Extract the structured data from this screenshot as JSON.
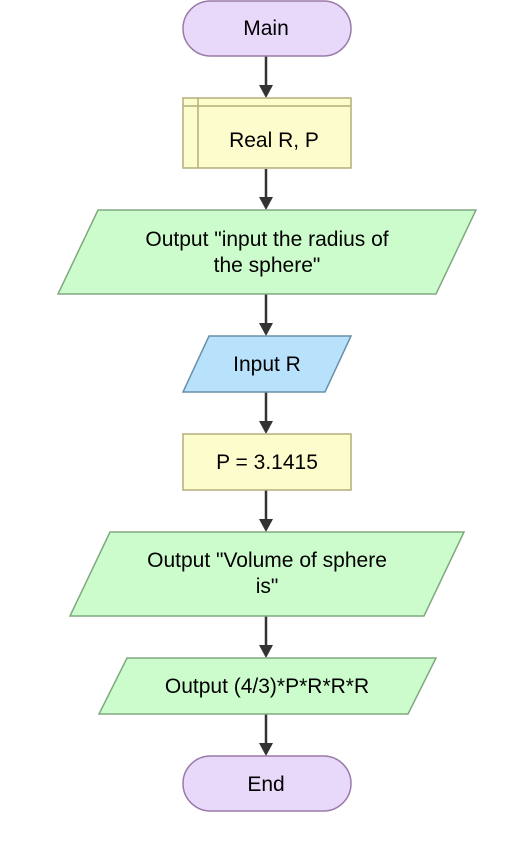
{
  "colors": {
    "terminal_fill": "#e8d9fb",
    "terminal_stroke": "#9a7aa8",
    "declare_fill": "#fdfccd",
    "declare_stroke": "#b3ae7a",
    "output_fill": "#ccfccc",
    "output_stroke": "#80a880",
    "input_fill": "#b8e2fb",
    "input_stroke": "#6a8fa8",
    "assign_fill": "#fdfccd",
    "assign_stroke": "#b3ae7a",
    "arrow": "#333333"
  },
  "nodes": {
    "main": {
      "type": "terminal",
      "lines": [
        "Main"
      ]
    },
    "declare": {
      "type": "declare",
      "lines": [
        "Real R, P"
      ]
    },
    "output_prompt": {
      "type": "output",
      "lines": [
        "Output \"input the radius of",
        "the sphere\""
      ]
    },
    "input_r": {
      "type": "input",
      "lines": [
        "Input R"
      ]
    },
    "assign_p": {
      "type": "assign",
      "lines": [
        "P = 3.1415"
      ]
    },
    "output_label": {
      "type": "output",
      "lines": [
        "Output \"Volume of sphere",
        "is\""
      ]
    },
    "output_volume": {
      "type": "output",
      "lines": [
        "Output (4/3)*P*R*R*R"
      ]
    },
    "end": {
      "type": "terminal",
      "lines": [
        "End"
      ]
    }
  },
  "flow": [
    "main",
    "declare",
    "output_prompt",
    "input_r",
    "assign_p",
    "output_label",
    "output_volume",
    "end"
  ]
}
